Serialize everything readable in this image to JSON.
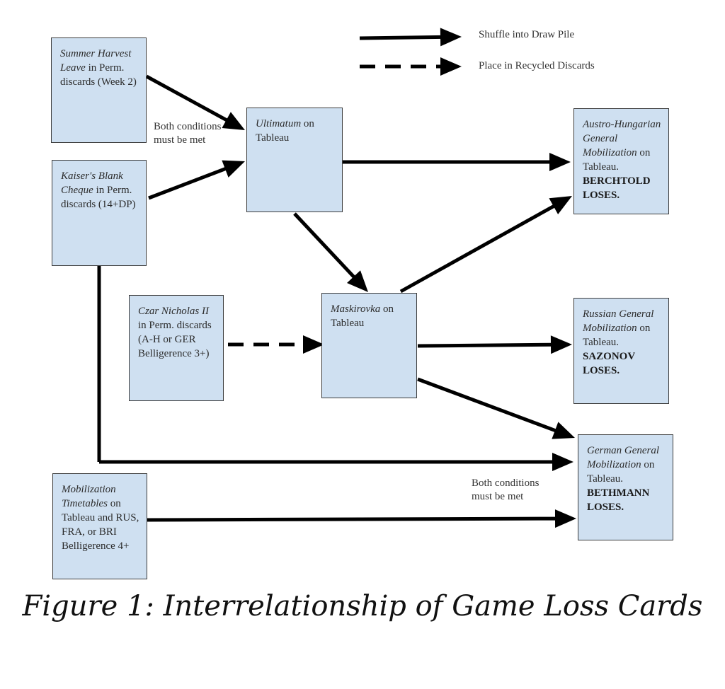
{
  "legend": {
    "solid_label": "Shuffle into Draw Pile",
    "dashed_label": "Place in Recycled Discards"
  },
  "nodes": {
    "summer_harvest": {
      "italic": "Summer Harvest Leave",
      "text": " in Perm. discards (Week 2)",
      "bold": ""
    },
    "kaisers_cheque": {
      "italic": "Kaiser's Blank Cheque",
      "text": " in Perm. discards (14+DP)",
      "bold": ""
    },
    "ultimatum": {
      "italic": "Ultimatum",
      "text": " on Tableau",
      "bold": ""
    },
    "austro_hungarian": {
      "italic": "Austro-Hungarian General Mobilization",
      "text": " on Tableau.",
      "bold": "BERCHTOLD LOSES."
    },
    "czar_nicholas": {
      "italic": "Czar Nicholas II",
      "text": " in Perm. discards (A-H or GER Belligerence 3+)",
      "bold": ""
    },
    "maskirovka": {
      "italic": "Maskirovka",
      "text": " on Tableau",
      "bold": ""
    },
    "russian": {
      "italic": "Russian General Mobilization",
      "text": " on Tableau.",
      "bold": "SAZONOV LOSES."
    },
    "german": {
      "italic": "German General Mobilization",
      "text": " on Tableau.",
      "bold": "BETHMANN LOSES."
    },
    "timetables": {
      "italic": "Mobilization Timetables",
      "text": " on Tableau and RUS, FRA, or BRI Belligerence 4+",
      "bold": ""
    }
  },
  "notes": {
    "both_conditions_top": "Both conditions must be met",
    "both_conditions_bottom": "Both conditions must be met"
  },
  "edges": [
    {
      "from": "summer_harvest",
      "to": "ultimatum",
      "style": "solid"
    },
    {
      "from": "kaisers_cheque",
      "to": "ultimatum",
      "style": "solid"
    },
    {
      "from": "ultimatum",
      "to": "austro_hungarian",
      "style": "solid"
    },
    {
      "from": "ultimatum",
      "to": "maskirovka",
      "style": "solid"
    },
    {
      "from": "maskirovka",
      "to": "austro_hungarian",
      "style": "solid"
    },
    {
      "from": "czar_nicholas",
      "to": "maskirovka",
      "style": "dashed"
    },
    {
      "from": "maskirovka",
      "to": "russian",
      "style": "solid"
    },
    {
      "from": "maskirovka",
      "to": "german",
      "style": "solid"
    },
    {
      "from": "kaisers_cheque",
      "to": "german",
      "style": "solid"
    },
    {
      "from": "timetables",
      "to": "german",
      "style": "solid"
    }
  ],
  "caption": "Figure 1: Interrelationship of Game Loss Cards"
}
